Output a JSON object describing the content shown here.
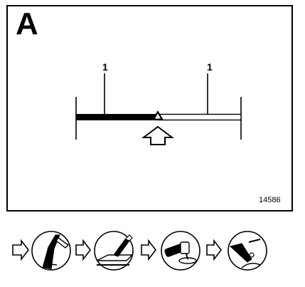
{
  "figure": {
    "panel_letter": "A",
    "labels": [
      "1",
      "1"
    ],
    "figure_number": "14586"
  },
  "step_sequence": {
    "icons": [
      "cutting-tool-icon",
      "chisel-icon",
      "grinder-icon",
      "cleaning-icon"
    ]
  },
  "colors": {
    "ink": "#000000",
    "paper": "#ffffff"
  }
}
